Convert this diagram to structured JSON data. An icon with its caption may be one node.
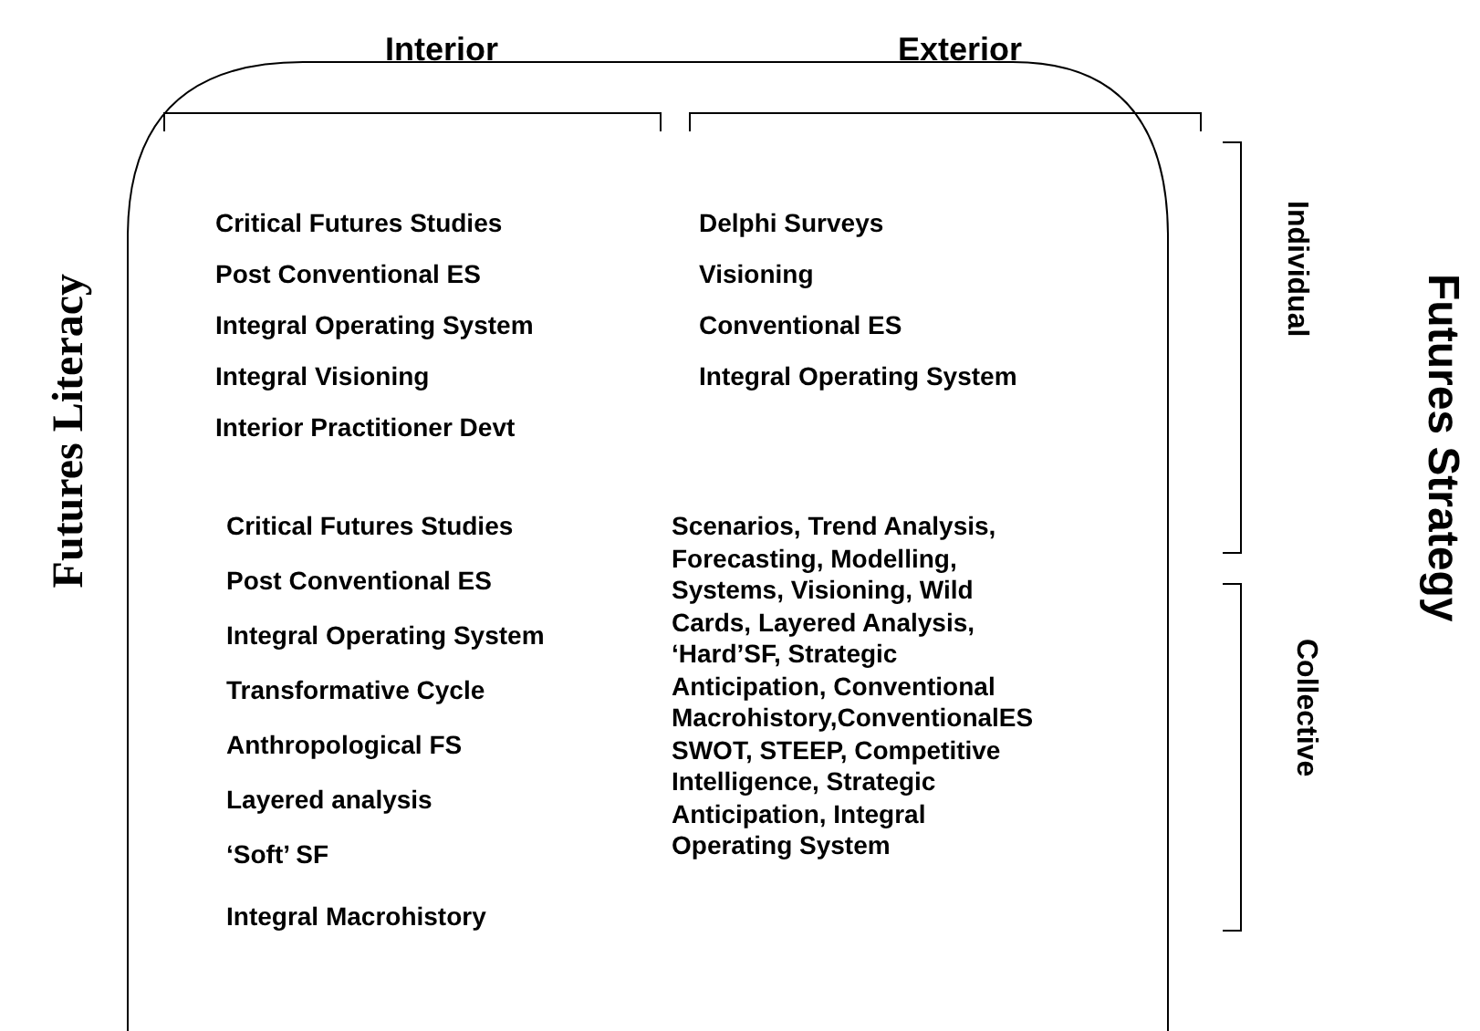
{
  "diagram": {
    "labels": [
      "Interior",
      "Exterior",
      "Futures Literacy",
      "Individual",
      "Futures Strategy",
      "Critical Futures Studies",
      "Post Conventional ES",
      "Integral Operating System",
      "Integral Visioning",
      "Interior Practitioner Devt",
      "Delphi Surveys",
      "Visioning",
      "Conventional ES",
      "Integral Operating System",
      "Collective",
      "Critical Futures Studies",
      "Post Conventional ES",
      "Integral Operating System",
      "Transformative Cycle",
      "Anthropological FS",
      "Layered analysis",
      "‘Soft’ SF",
      "Integral Macrohistory",
      "Scenarios, Trend Analysis, Forecasting, Modelling, Systems, Visioning, Wild Cards, Layered Analysis, ‘Hard’SF, Strategic Anticipation,  Conventional Macrohistory,ConventionalES SWOT, STEEP, Competitive Intelligence, Strategic Anticipation, Integral Operating System"
    ]
  }
}
